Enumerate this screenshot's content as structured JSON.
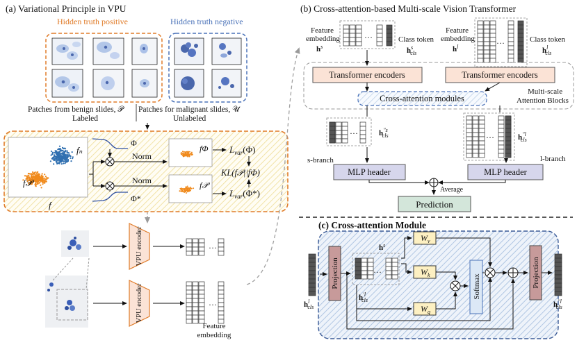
{
  "panel_a": {
    "title": "(a) Variational Principle in VPU",
    "pos_label": "Hidden truth positive",
    "neg_label": "Hidden truth negative",
    "benign_caption_1": "Patches from benign slides, 𝒫",
    "benign_caption_2": "Labeled",
    "malig_caption_1": "Patches for malignant slides, 𝒰",
    "malig_caption_2": "Unlabeled",
    "f_n": "fₙ",
    "f_p": "f𝒫",
    "f": "f",
    "phi": "Φ",
    "phi_star": "Φ*",
    "norm1": "Norm",
    "norm2": "Norm",
    "f_phi": "fΦ",
    "f_p2": "f𝒫",
    "lvar1": "L",
    "lvar1_sub": "var",
    "lvar1_arg": "(Φ)",
    "lvar2": "L",
    "lvar2_sub": "var",
    "lvar2_arg": "(Φ*)",
    "kl": "KL(f𝒫||fΦ)",
    "encoder1": "VPU encoder",
    "encoder2": "VPU encoder",
    "feature_embedding": "Feature embedding",
    "dots": "…"
  },
  "panel_b": {
    "title": "(b) Cross-attention-based Multi-scale Vision Transformer",
    "feat_emb_left_1": "Feature",
    "feat_emb_left_2": "embedding",
    "hs": "h",
    "hs_sup": "s",
    "class_token_left": "Class token",
    "hscls": "h",
    "hscls_sup": "s",
    "hscls_sub": "cls",
    "feat_emb_right_1": "Feature",
    "feat_emb_right_2": "embedding",
    "hl": "h",
    "hl_sup": "l",
    "class_token_right": "Class token",
    "hlcls": "h",
    "hlcls_sup": "l",
    "hlcls_sub": "cls",
    "transformer_left": "Transformer encoders",
    "transformer_right": "Transformer encoders",
    "cross_attention_modules": "Cross-attention modules",
    "msab_1": "Multi-scale",
    "msab_2": "Attention Blocks",
    "h_pp_s": "h",
    "h_pp_s_sup": "′′s",
    "h_pp_s_sub": "cls",
    "h_pp_l": "h",
    "h_pp_l_sup": "′′l",
    "h_pp_l_sub": "cls",
    "s_branch": "s-branch",
    "l_branch": "l-branch",
    "mlp_left": "MLP header",
    "mlp_right": "MLP header",
    "average": "Average",
    "prediction": "Prediction",
    "dots": "…"
  },
  "panel_c": {
    "title": "(c) Cross-attention Module",
    "projection_left": "Projection",
    "projection_right": "Projection",
    "hl_in": "h",
    "hl_in_sup": "l",
    "hl_in_sub": "cls",
    "hs": "h",
    "hs_sup": "s",
    "hprime": "h",
    "hprime_sup": "′l",
    "hprime_sub": "cls",
    "wv": "W",
    "wv_sub": "v",
    "wk": "W",
    "wk_sub": "k",
    "wq": "W",
    "wq_sub": "q",
    "softmax": "Softmax",
    "hout": "h",
    "hout_sup": "′′l",
    "hout_sub": "cls",
    "dots": "…"
  },
  "colors": {
    "orange": "#e07b28",
    "blue": "#4a72b8",
    "transformer_fill": "#fbe3d6",
    "mlp_fill": "#d6d6ec",
    "prediction_fill": "#d3e6da",
    "w_fill": "#fdf0c2",
    "softmax_fill": "#dce8f6",
    "projection_fill": "#c79a9a",
    "hatch_yellow": "#f4e8b0",
    "hatch_blue": "#b8cde6"
  }
}
